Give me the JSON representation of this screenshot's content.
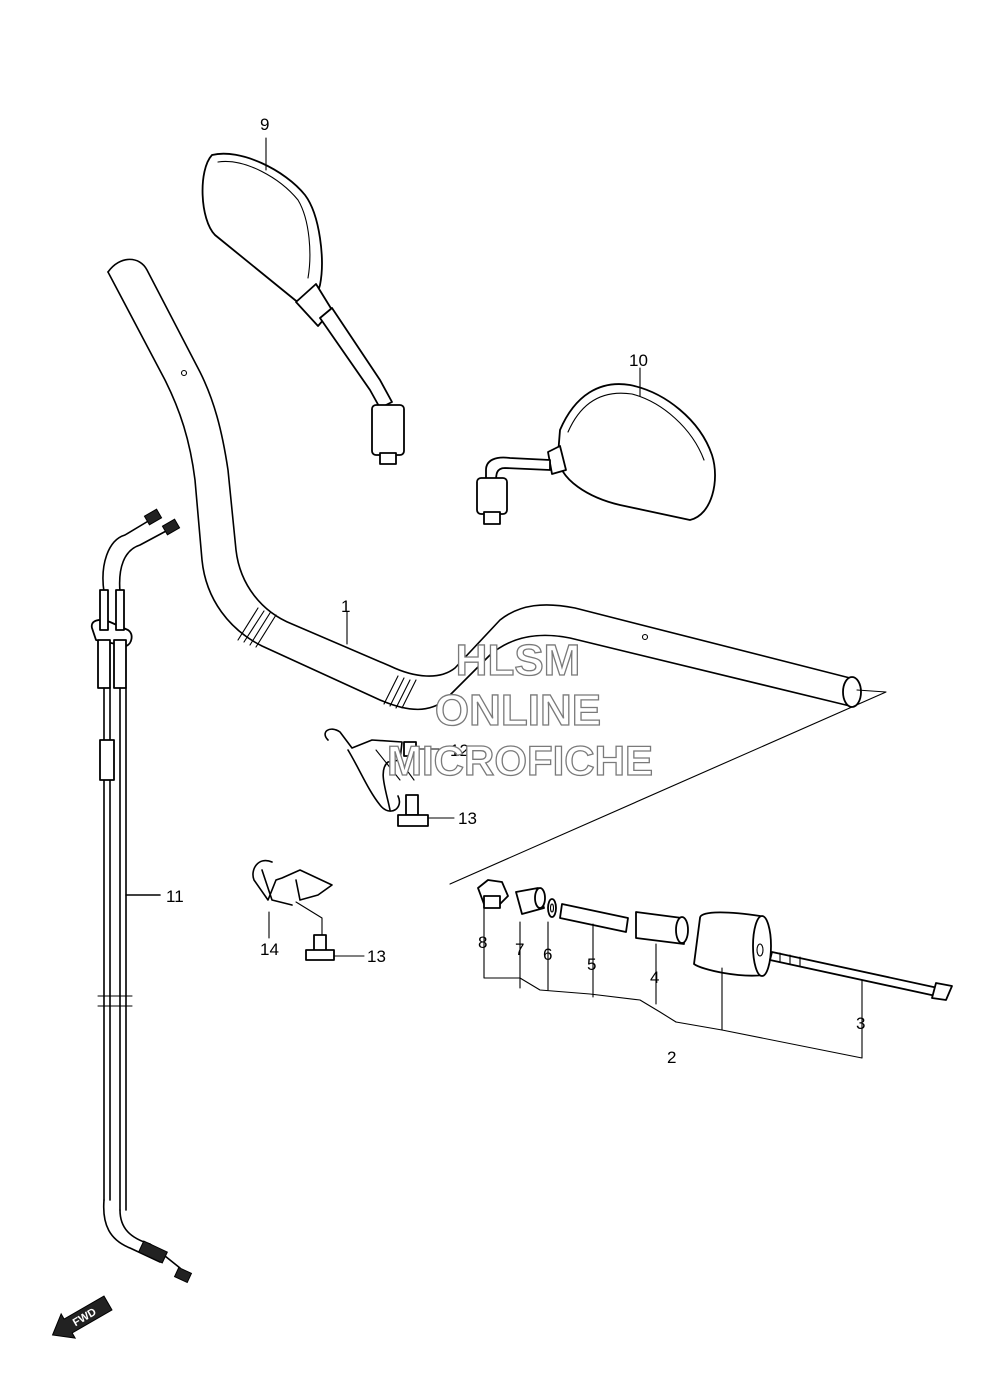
{
  "watermark": {
    "line1": "HLSM",
    "line2": "ONLINE",
    "line3": "MICROFICHE"
  },
  "callouts": [
    "1",
    "2",
    "3",
    "4",
    "5",
    "6",
    "7",
    "8",
    "9",
    "10",
    "11",
    "12",
    "13",
    "13",
    "14"
  ],
  "direction_label": "FWD"
}
